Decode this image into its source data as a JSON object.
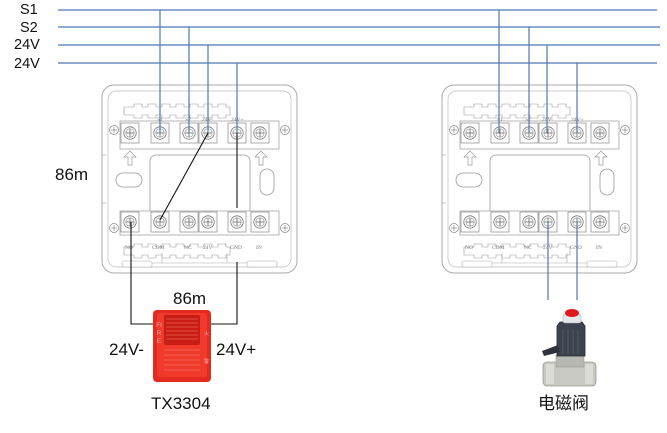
{
  "bus_lines": [
    {
      "id": "s1",
      "label": "S1"
    },
    {
      "id": "s2",
      "label": "S2"
    },
    {
      "id": "v24a",
      "label": "24V"
    },
    {
      "id": "v24b",
      "label": "24V"
    }
  ],
  "wire_color": "#4a78b4",
  "local_wire_color": "#111111",
  "left_module": {
    "distance_label": "86m",
    "top_terminals": [
      "",
      "S1",
      "S2",
      "24V-",
      "24V+",
      ""
    ],
    "bottom_terminals": [
      "NO",
      "COM",
      "NC",
      "24V",
      "GND",
      "IN"
    ]
  },
  "right_module": {
    "top_terminals": [
      "",
      "S1",
      "S2",
      "24V-",
      "24V+",
      ""
    ],
    "bottom_terminals": [
      "NO",
      "COM",
      "NC",
      "24V",
      "GND",
      "IN"
    ]
  },
  "alarm_device": {
    "name": "TX3304",
    "distance_label": "86m",
    "left_terminal": "24V-",
    "right_terminal": "24V+",
    "housing_text": "FIRE",
    "side_text": "火警",
    "color": "#e8201c"
  },
  "valve_device": {
    "name": "电磁阀"
  }
}
